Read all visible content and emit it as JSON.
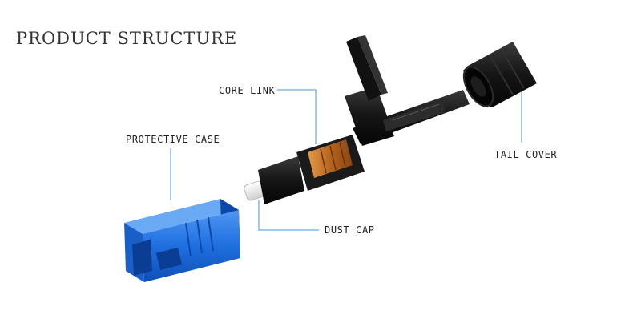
{
  "title": "PRODUCT STRUCTURE",
  "labels": {
    "core_link": "CORE LINK",
    "protective_case": "PROTECTIVE CASE",
    "tail_cover": "TAIL COVER",
    "dust_cap": "DUST CAP"
  },
  "colors": {
    "leader_line": "#4a8fd8",
    "case_blue": "#1f6fe0",
    "body_black": "#151515",
    "core_amber": "#b5651d"
  }
}
